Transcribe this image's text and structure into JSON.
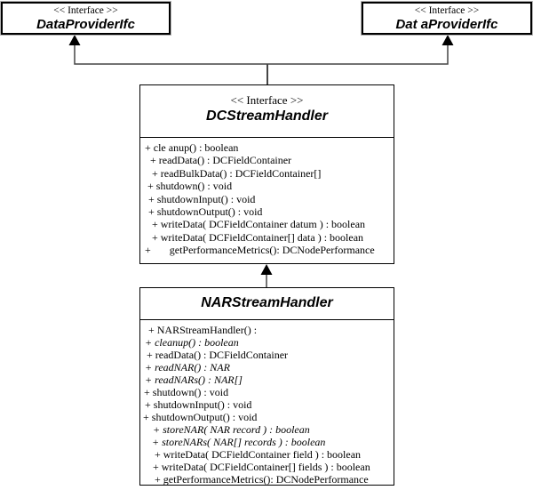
{
  "diagram": {
    "interface_left": {
      "stereotype": "<< Interface >>",
      "name": "DataProviderIfc"
    },
    "interface_right": {
      "stereotype": "<< Interface >>",
      "name": "Dat aProviderIfc"
    },
    "dc_handler": {
      "stereotype": "<< Interface >>",
      "name": "DCStreamHandler",
      "methods": [
        {
          "text": "+ cle anup() : boolean",
          "italic": false,
          "indent": 2
        },
        {
          "text": "+ readData() : DCFieldContainer",
          "italic": false,
          "indent": 8
        },
        {
          "text": "+ readBulkData() : DCFieldContainer[]",
          "italic": false,
          "indent": 10
        },
        {
          "text": "+ shutdown() : void",
          "italic": false,
          "indent": 5
        },
        {
          "text": "+ shutdownInput() : void",
          "italic": false,
          "indent": 6
        },
        {
          "text": "+ shutdownOutput() : void",
          "italic": false,
          "indent": 6
        },
        {
          "text": "+ writeData( DCFieldContainer datum ) : boolean",
          "italic": false,
          "indent": 10
        },
        {
          "text": "+ writeData( DCFieldContainer[] data ) : boolean",
          "italic": false,
          "indent": 10
        },
        {
          "text": "+       getPerformanceMetrics(): DCNodePerformance",
          "italic": false,
          "indent": 2
        }
      ]
    },
    "nar_handler": {
      "name": "NARStreamHandler",
      "methods": [
        {
          "text": "+ NARStreamHandler() :",
          "italic": false,
          "indent": 6
        },
        {
          "text": "+ cleanup() : boolean",
          "italic": true,
          "indent": 2
        },
        {
          "text": "+ readData() : DCFieldContainer",
          "italic": false,
          "indent": 4
        },
        {
          "text": "+ readNAR() : NAR",
          "italic": true,
          "indent": 2
        },
        {
          "text": "+ readNARs() : NAR[]",
          "italic": true,
          "indent": 2
        },
        {
          "text": "+ shutdown() : void",
          "italic": false,
          "indent": 1
        },
        {
          "text": "+ shutdownInput() : void",
          "italic": false,
          "indent": 2
        },
        {
          "text": "+ shutdownOutput() : void",
          "italic": false,
          "indent": 0
        },
        {
          "text": "+ storeNAR( NAR record ) : boolean",
          "italic": true,
          "indent": 11
        },
        {
          "text": "+ storeNARs( NAR[] records ) : boolean",
          "italic": true,
          "indent": 10
        },
        {
          "text": "+ writeData( DCFieldContainer field ) : boolean",
          "italic": false,
          "indent": 13
        },
        {
          "text": "+ writeData( DCFieldContainer[] fields ) : boolean",
          "italic": false,
          "indent": 11
        },
        {
          "text": "+ getPerformanceMetrics(): DCNodePerformance",
          "italic": false,
          "indent": 13
        }
      ]
    },
    "relationships": [
      {
        "from": "DCStreamHandler",
        "to": "DataProviderIfc",
        "type": "generalization-arrow"
      },
      {
        "from": "DCStreamHandler",
        "to": "Dat aProviderIfc",
        "type": "generalization-arrow"
      },
      {
        "from": "NARStreamHandler",
        "to": "DCStreamHandler",
        "type": "generalization-arrow"
      }
    ],
    "colors": {
      "background": "#ffffff",
      "border": "#000000",
      "text": "#000000",
      "line": "#454545",
      "arrowhead": "#000000",
      "top_box_halo": "#b4b4b4"
    }
  }
}
